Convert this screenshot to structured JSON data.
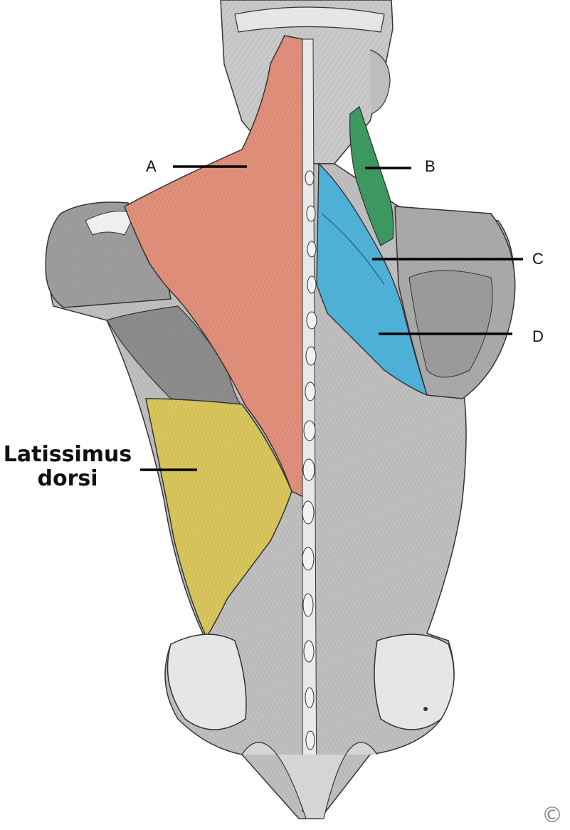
{
  "labels": {
    "a": "A",
    "b": "B",
    "c": "C",
    "d": "D",
    "latissimus": "Latissimus dorsi"
  },
  "copyright_symbol": "©",
  "colors": {
    "trapezius": "#e08f7a",
    "levator_scapulae": "#3e9b62",
    "rhomboid": "#4fb3d9",
    "latissimus_dorsi": "#d8c65c",
    "bone_and_muscle_gray": "#b7b7b7",
    "background": "#ffffff"
  },
  "icons": [
    "copyright-icon"
  ]
}
